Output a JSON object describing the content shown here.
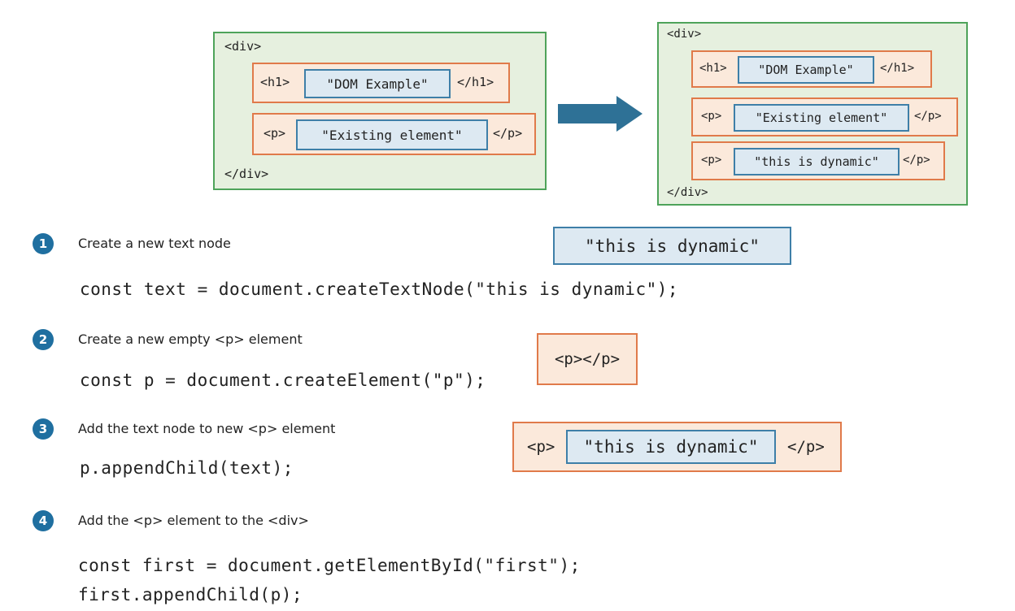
{
  "before": {
    "div_open": "<div>",
    "div_close": "</div>",
    "h1_open": "<h1>",
    "h1_text": "\"DOM Example\"",
    "h1_close": "</h1>",
    "p_open": "<p>",
    "p_text": "\"Existing element\"",
    "p_close": "</p>"
  },
  "after": {
    "div_open": "<div>",
    "div_close": "</div>",
    "h1_open": "<h1>",
    "h1_text": "\"DOM Example\"",
    "h1_close": "</h1>",
    "p1_open": "<p>",
    "p1_text": "\"Existing element\"",
    "p1_close": "</p>",
    "p2_open": "<p>",
    "p2_text": "\"this is dynamic\"",
    "p2_close": "</p>"
  },
  "steps": [
    {
      "number": "1",
      "title": "Create a new text node",
      "code": [
        "const text = document.createTextNode(\"this is dynamic\");"
      ],
      "illustration": {
        "text": "\"this is dynamic\""
      }
    },
    {
      "number": "2",
      "title": "Create a new empty <p> element",
      "code": [
        "const p = document.createElement(\"p\");"
      ],
      "illustration": {
        "element": "<p></p>"
      }
    },
    {
      "number": "3",
      "title": "Add the text node to new <p> element",
      "code": [
        "p.appendChild(text);"
      ],
      "illustration": {
        "open": "<p>",
        "text": "\"this is dynamic\"",
        "close": "</p>"
      }
    },
    {
      "number": "4",
      "title": "Add the <p> element to the <div>",
      "code": [
        "const first = document.getElementById(\"first\");",
        "first.appendChild(p);"
      ]
    }
  ],
  "colors": {
    "div_border": "#4ea35a",
    "div_fill": "#e6f0df",
    "element_border": "#e07a4a",
    "element_fill": "#fbe9db",
    "text_border": "#3e7fa8",
    "text_fill": "#dde9f2",
    "arrow": "#2e7196",
    "badge": "#1f6fa0"
  },
  "icons": {
    "arrow": "right-arrow-icon"
  }
}
